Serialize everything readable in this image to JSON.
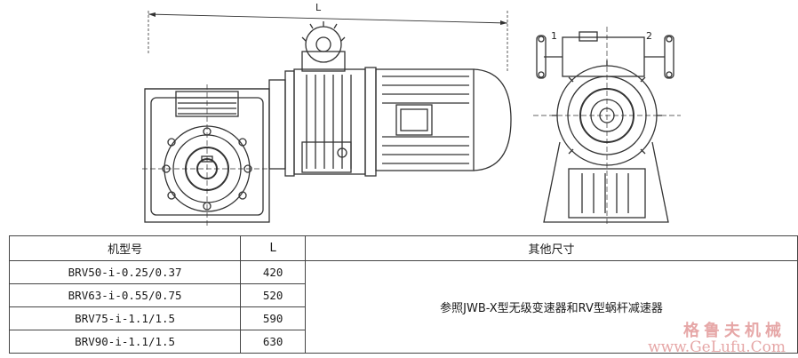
{
  "drawing": {
    "dim_label": "L",
    "callout_1": "1",
    "callout_2": "2"
  },
  "table": {
    "headers": [
      "机型号",
      "L",
      "其他尺寸"
    ],
    "rows": [
      {
        "model": "BRV50-i-0.25/0.37",
        "L": "420"
      },
      {
        "model": "BRV63-i-0.55/0.75",
        "L": "520"
      },
      {
        "model": "BRV75-i-1.1/1.5",
        "L": "590"
      },
      {
        "model": "BRV90-i-1.1/1.5",
        "L": "630"
      }
    ],
    "other_note": "参照JWB-X型无级变速器和RV型蜗杆减速器"
  },
  "watermark": {
    "cn": "格鲁夫机械",
    "url": "www.GeLufu.Com"
  }
}
